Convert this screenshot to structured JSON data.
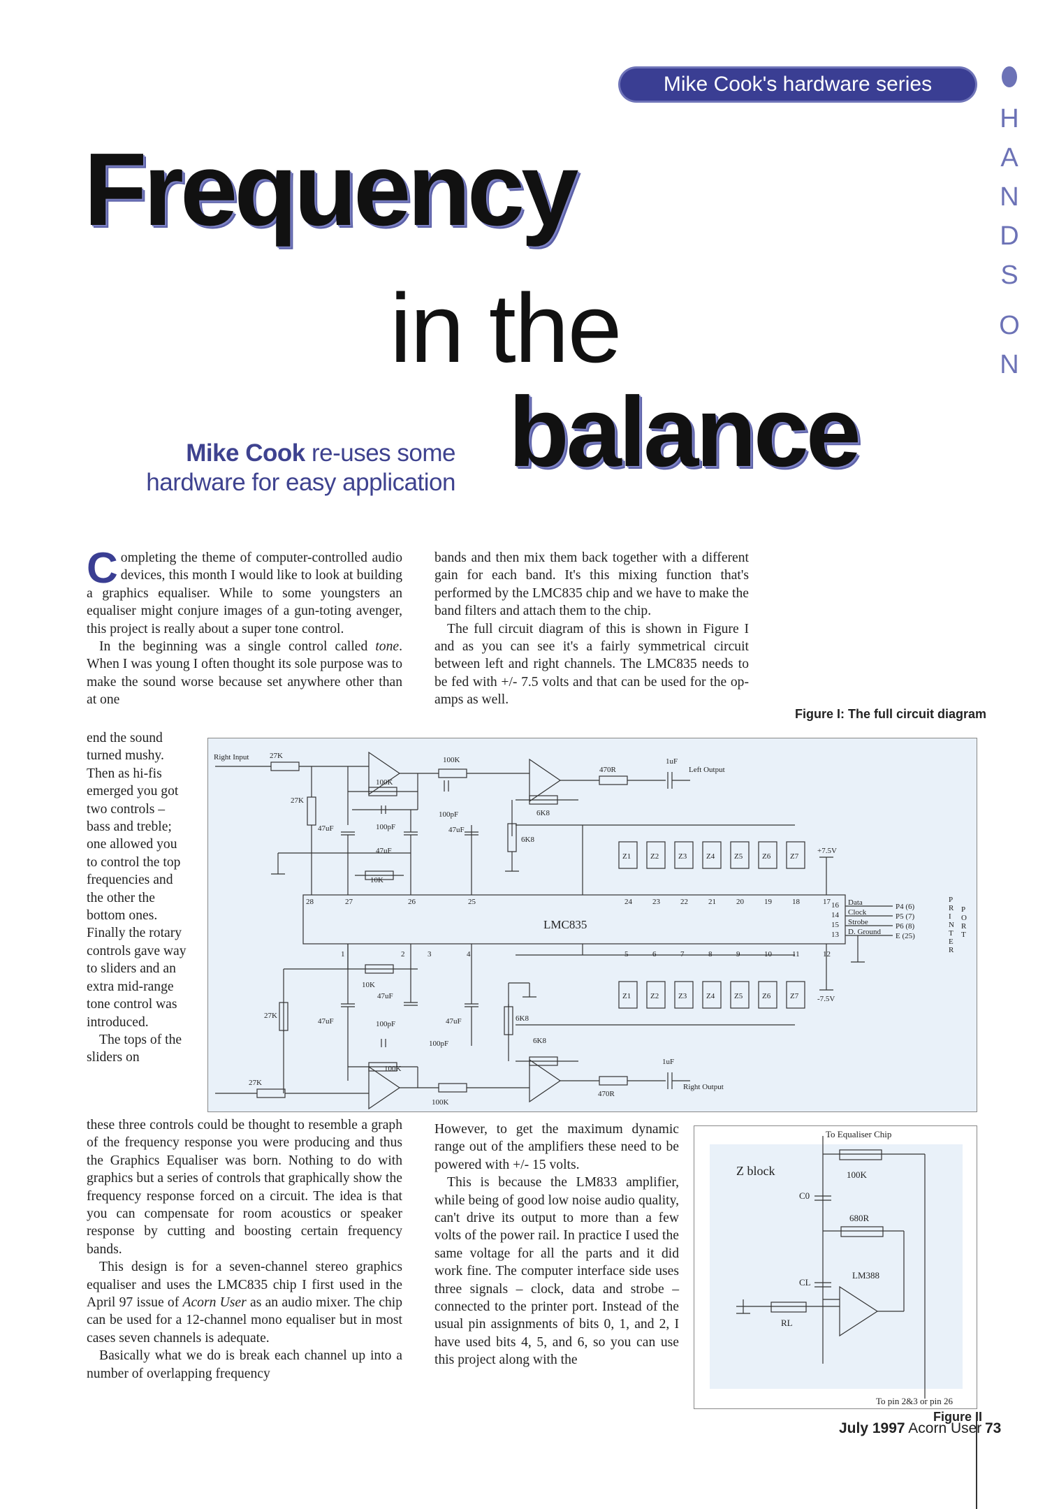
{
  "header": {
    "series": "Mike Cook's hardware series",
    "section_letters": [
      "H",
      "A",
      "N",
      "D",
      "S",
      "O",
      "N"
    ]
  },
  "title": {
    "line1": "Frequency",
    "line2": "in the",
    "line3": "balance"
  },
  "standfirst": {
    "author": "Mike Cook",
    "text_a": " re-uses some",
    "text_b": "hardware for easy application"
  },
  "article": {
    "dropcap": "C",
    "col1_p1": "ompleting the theme of computer-controlled audio devices, this month I would like to look at building a graphics equaliser. While to some youngsters an equaliser might conjure images of a gun-toting avenger, this project is really about a super tone control.",
    "col1_p2a": "In the beginning was a single control called ",
    "col1_p2_em": "tone",
    "col1_p2b": ". When I was young I often thought its sole purpose was to make the sound worse because set anywhere other than at one",
    "narrow_p2_cont": "end the sound turned mushy. Then as hi-fis emerged you got two controls – bass and treble; one allowed you to control the top frequencies and the other the bottom ones. Finally the rotary controls gave way to sliders and an extra mid-range tone control was introduced.",
    "narrow_p3": "The tops of the sliders on",
    "col1b_p3_cont": "these three controls could be thought to resemble a graph of the frequency response you were producing and thus the Graphics Equaliser was born. Nothing to do with graphics but a series of controls that graphically show the frequency response forced on a circuit. The idea is that you can compensate for room acoustics or speaker response by cutting and boosting certain frequency bands.",
    "col1b_p4a": "This design is for a seven-channel stereo graphics equaliser and uses the LMC835 chip I first used in the April 97 issue of ",
    "col1b_p4_em": "Acorn User",
    "col1b_p4b": " as an audio mixer. The chip can be used for a 12-channel mono equaliser but in most cases seven channels is adequate.",
    "col1b_p5": "Basically what we do is break each channel up into a number of overlapping frequency",
    "col2_p1": "bands and then mix them back together with a different gain for each band. It's this mixing function that's performed by the LMC835 chip and we have to make the band filters and attach them to the chip.",
    "col2_p2": "The full circuit diagram of this is shown in Figure I and as you can see it's a fairly symmetrical circuit between left and right channels. The LMC835 needs to be fed with +/- 7.5 volts and that can be used for the op-amps as well.",
    "col2b_p1": "However, to get the maximum dynamic range out of the amplifiers these need to be powered with +/- 15 volts.",
    "col2b_p2": "This is because the LM833 amplifier, while being of good low noise audio quality, can't drive its output to more than a few volts of the power rail. In practice I used the same voltage for all the parts and it did work fine. The computer interface side uses three signals – clock, data and strobe – connected to the printer port. Instead of the usual pin assignments of bits 0, 1, and 2, I have used bits 4, 5, and 6, so you can use this project along with the"
  },
  "figure1": {
    "caption": "Figure I: The full circuit diagram",
    "chip": "LMC835",
    "right_input": "Right Input",
    "left_output": "Left Output",
    "right_output": "Right Output",
    "r27k": "27K",
    "r100k": "100K",
    "r10k": "10K",
    "r470r": "470R",
    "r6k8": "6K8",
    "c47uf": "47uF",
    "c100pf": "100pF",
    "c1uf": "1uF",
    "pos_v": "+7.5V",
    "neg_v": "-7.5V",
    "z_labels": [
      "Z1",
      "Z2",
      "Z3",
      "Z4",
      "Z5",
      "Z6",
      "Z7"
    ],
    "top_pins": [
      "28",
      "27",
      "26",
      "25",
      "24",
      "23",
      "22",
      "21",
      "20",
      "19",
      "18",
      "17"
    ],
    "bottom_pins": [
      "1",
      "2",
      "3",
      "4",
      "5",
      "6",
      "7",
      "8",
      "9",
      "10",
      "11",
      "12"
    ],
    "signals": [
      "Data",
      "Clock",
      "Strobe",
      "D. Ground"
    ],
    "signal_pins": [
      "16",
      "14",
      "15",
      "13"
    ],
    "port_pins": [
      "P4 (6)",
      "P5 (7)",
      "P6 (8)",
      "E (25)"
    ],
    "printer_vertical": [
      "P",
      "R",
      "I",
      "N",
      "T",
      "E",
      "R"
    ],
    "port_vertical": [
      "P",
      "O",
      "R",
      "T"
    ]
  },
  "figure2": {
    "caption": "Figure II",
    "top_label": "To Equaliser Chip",
    "block_label": "Z block",
    "c0": "C0",
    "cl": "CL",
    "r100k": "100K",
    "r680r": "680R",
    "opamp": "LM388",
    "rl": "RL",
    "bottom_label": "To pin 2&3 or pin 26"
  },
  "footer": {
    "month": "July 1997",
    "magazine": "Acorn User",
    "page": "73"
  }
}
